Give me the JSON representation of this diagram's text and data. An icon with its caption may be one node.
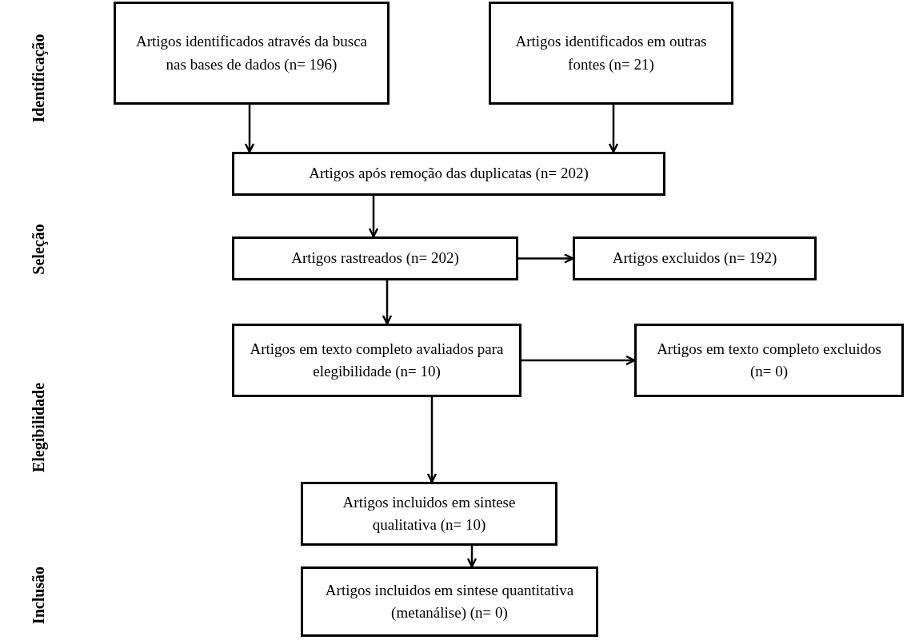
{
  "diagram": {
    "nodes": [
      {
        "text": [
          "Artigos identificados através da busca nas bases de dados (n= 196)"
        ]
      },
      {
        "text": [
          "Artigos identificados em outras fontes (n= 21)"
        ]
      },
      {
        "text": [
          "Artigos após remoção das duplicatas (n= 202)"
        ]
      },
      {
        "text": [
          "Artigos rastreados (n= 202)"
        ]
      },
      {
        "text": [
          "Artigos excluidos (n= 192)"
        ]
      },
      {
        "text": [
          "Artigos em texto completo avaliados para elegibilidade (n= 10)"
        ]
      },
      {
        "text": [
          "Artigos em texto completo excluidos (n= 0)"
        ]
      },
      {
        "text": [
          "Artigos incluidos em sintese qualitativa (n= 10)"
        ]
      },
      {
        "text": [
          "Artigos incluidos em sintese quantitativa (metanálise) (n= 0)"
        ]
      }
    ],
    "edges": [
      {
        "from": 0,
        "to": 2,
        "arrow": "to"
      },
      {
        "from": 1,
        "to": 2,
        "arrow": "to"
      },
      {
        "from": 2,
        "to": 3,
        "arrow": "to"
      },
      {
        "from": 3,
        "to": 4,
        "arrow": "to"
      },
      {
        "from": 3,
        "to": 5,
        "arrow": "to"
      },
      {
        "from": 5,
        "to": 6,
        "arrow": "to"
      },
      {
        "from": 5,
        "to": 7,
        "arrow": "to"
      },
      {
        "from": 7,
        "to": 8,
        "arrow": "to"
      }
    ],
    "labels": [
      "Identificação",
      "Seleção",
      "Elegibilidade",
      "Inclusão"
    ]
  }
}
